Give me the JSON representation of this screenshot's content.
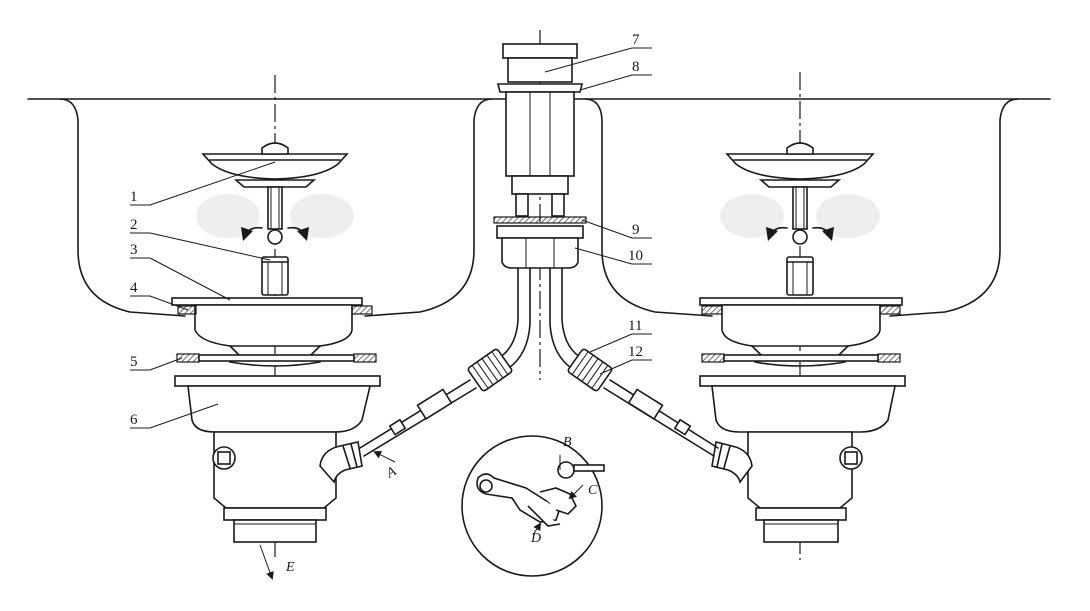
{
  "callouts": [
    {
      "id": "1",
      "text": "1"
    },
    {
      "id": "2",
      "text": "2"
    },
    {
      "id": "3",
      "text": "3"
    },
    {
      "id": "4",
      "text": "4"
    },
    {
      "id": "5",
      "text": "5"
    },
    {
      "id": "6",
      "text": "6"
    },
    {
      "id": "7",
      "text": "7"
    },
    {
      "id": "8",
      "text": "8"
    },
    {
      "id": "9",
      "text": "9"
    },
    {
      "id": "10",
      "text": "10"
    },
    {
      "id": "11",
      "text": "11"
    },
    {
      "id": "12",
      "text": "12"
    }
  ],
  "detail_labels": {
    "A": "A",
    "B": "B",
    "C": "C",
    "D": "D",
    "E": "E"
  }
}
